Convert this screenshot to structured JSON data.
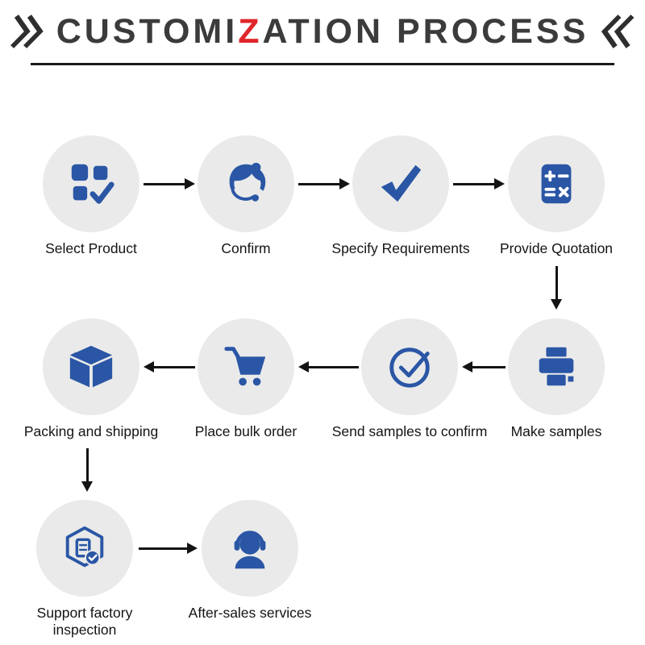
{
  "title": {
    "pre": "CUSTOMI",
    "accent": "Z",
    "post": "ATION PROCESS",
    "full": "CUSTOMIZATION PROCESS"
  },
  "colors": {
    "icon_blue": "#2a56a5",
    "circle_bg": "#eaeaea",
    "title_accent_red": "#e0262b",
    "arrow_black": "#141414"
  },
  "steps": [
    {
      "label": "Select Product",
      "icon": "product-grid-check-icon"
    },
    {
      "label": "Confirm",
      "icon": "customer-service-icon"
    },
    {
      "label": "Specify Requirements",
      "icon": "checkmark-icon"
    },
    {
      "label": "Provide Quotation",
      "icon": "calculator-icon"
    },
    {
      "label": "Make samples",
      "icon": "printer-icon"
    },
    {
      "label": "Send samples to confirm",
      "icon": "circle-check-icon"
    },
    {
      "label": "Place bulk order",
      "icon": "shopping-cart-icon"
    },
    {
      "label": "Packing and shipping",
      "icon": "package-box-icon"
    },
    {
      "label": "Support factory inspection",
      "icon": "factory-inspection-icon"
    },
    {
      "label": "After-sales services",
      "icon": "after-sales-headset-icon"
    }
  ]
}
